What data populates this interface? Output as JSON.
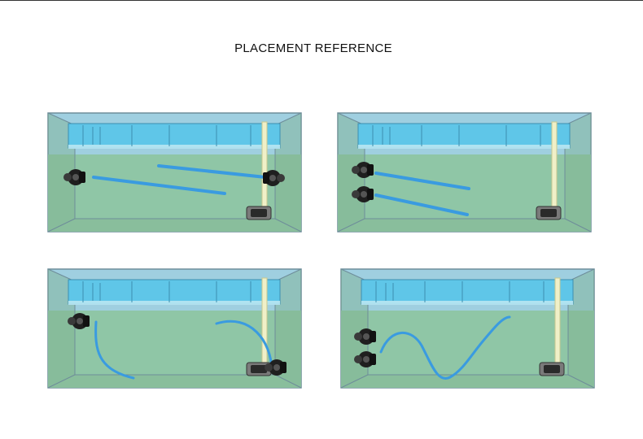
{
  "title": "PLACEMENT REFERENCE",
  "colors": {
    "water": "#8fc6a6",
    "air": "#9fcfe0",
    "overflow_box": "#5fc6e8",
    "frame": "#6e8d9a",
    "flow_line": "#3a9be0",
    "pump_body": "#2a2a2a",
    "overflow_pipe": "#f0f0c8"
  },
  "diagrams": [
    {
      "id": "top-left",
      "pumps": [
        "left-wall",
        "right-wall"
      ],
      "return_pump": "bottom-right",
      "flow": "straight-crossing"
    },
    {
      "id": "top-right",
      "pumps": [
        "left-wall",
        "left-wall"
      ],
      "return_pump": "bottom-right",
      "flow": "straight-parallel"
    },
    {
      "id": "bottom-left",
      "pumps": [
        "left-wall",
        "bottom-right"
      ],
      "return_pump": "bottom-right",
      "flow": "curved"
    },
    {
      "id": "bottom-right",
      "pumps": [
        "left-wall",
        "left-wall"
      ],
      "return_pump": "bottom-right",
      "flow": "wave"
    }
  ]
}
